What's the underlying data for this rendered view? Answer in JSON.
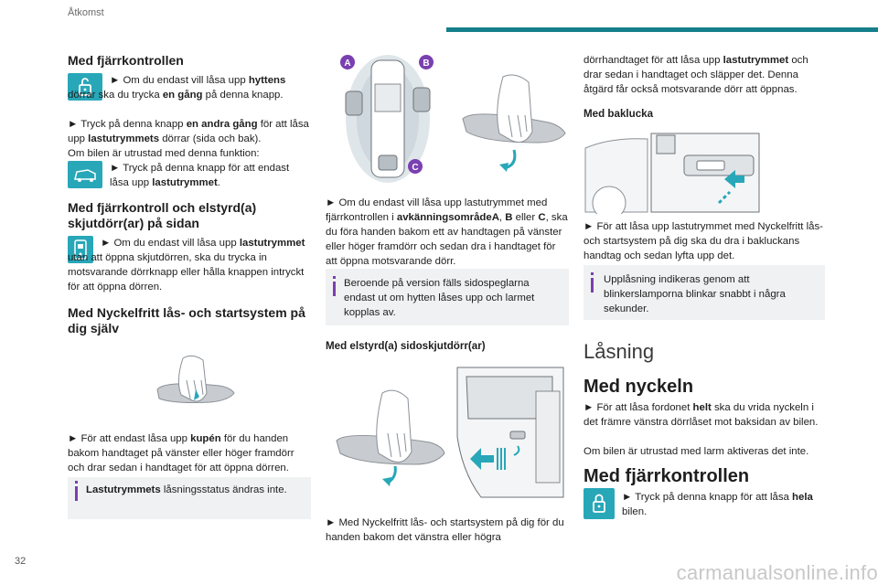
{
  "header": {
    "section": "Åtkomst"
  },
  "page_number": "32",
  "watermark": "carmanualsonline.info",
  "col1": {
    "h_remote": "Med fjärrkontrollen",
    "remote_p1a": "► Om du endast vill låsa upp ",
    "remote_p1b": "hyttens",
    "remote_p1c": " dörrar ska du trycka ",
    "remote_p1d": "en gång",
    "remote_p1e": " på denna knapp.",
    "remote_p2a": "► Tryck på denna knapp ",
    "remote_p2b": "en andra gång",
    "remote_p2c": " för att låsa upp ",
    "remote_p2d": "lastutrymmets",
    "remote_p2e": " dörrar (sida och bak).",
    "remote_p3": "Om bilen är utrustad med denna funktion:",
    "remote_p4a": "► Tryck på denna knapp för att endast låsa upp ",
    "remote_p4b": "lastutrymmet",
    "remote_p4c": ".",
    "h_sliding": "Med fjärrkontroll och elstyrd(a) skjutdörr(ar) på sidan",
    "sliding_a": "► Om du endast vill låsa upp ",
    "sliding_b": "lastutrymmet",
    "sliding_c": " utan att öppna skjutdörren, ska du trycka in motsvarande dörrknapp eller hålla knappen intryckt för att öppna dörren.",
    "h_keyless": "Med Nyckelfritt lås- och startsystem på dig själv",
    "keyless_a": "► För att endast låsa upp ",
    "keyless_b": "kupén",
    "keyless_c": " för du handen bakom handtaget på vänster eller höger framdörr och drar sedan i handtaget för att öppna dörren.",
    "note_a": "Lastutrymmets",
    "note_b": " låsningsstatus ändras inte."
  },
  "col2": {
    "zone_labels": [
      "A",
      "B",
      "C"
    ],
    "p1a": "► Om du endast vill låsa upp lastutrymmet med fjärrkontrollen i ",
    "p1b": "avkänningsområdeA",
    "p1c": ", ",
    "p1d": "B",
    "p1e": " eller ",
    "p1f": "C",
    "p1g": ", ska du föra handen bakom ett av handtagen på vänster eller höger framdörr och sedan dra i handtaget för att öppna motsvarande dörr.",
    "note": "Beroende på version fälls sidospeglarna endast ut om hytten låses upp och larmet kopplas av.",
    "h_elec": "Med elstyrd(a) sidoskjutdörr(ar)",
    "p2": "► Med Nyckelfritt lås- och startsystem på dig för du handen bakom det vänstra eller högra"
  },
  "col3": {
    "p1a": "dörrhandtaget för att låsa upp ",
    "p1b": "lastutrymmet",
    "p1c": " och drar sedan i handtaget och släpper det. Denna åtgärd får också motsvarande dörr att öppnas.",
    "h_tailgate": "Med baklucka",
    "p2": "► För att låsa upp lastutrymmet med Nyckelfritt lås- och startsystem på dig ska du dra i bakluckans handtag och sedan lyfta upp det.",
    "note": "Upplåsning indikeras genom att blinkerslamporna blinkar snabbt i några sekunder.",
    "h_locking": "Låsning",
    "h_key": "Med nyckeln",
    "p3a": "► För att låsa fordonet ",
    "p3b": "helt",
    "p3c": " ska du vrida nyckeln i det främre vänstra dörrlåset mot baksidan av bilen.",
    "p4": "Om bilen är utrustad med larm aktiveras det inte.",
    "h_remote2": "Med fjärrkontrollen",
    "p5a": "► Tryck på denna knapp för att låsa ",
    "p5b": "hela",
    "p5c": " bilen."
  },
  "colors": {
    "accent": "#167f8c",
    "icon_bg": "#28a7b8",
    "note_bg": "#f0f1f2",
    "info_icon": "#7a3fb0"
  },
  "icons": [
    "unlock-icon",
    "van-icon",
    "sliding-door-icon",
    "info-icon",
    "lock-icon"
  ]
}
